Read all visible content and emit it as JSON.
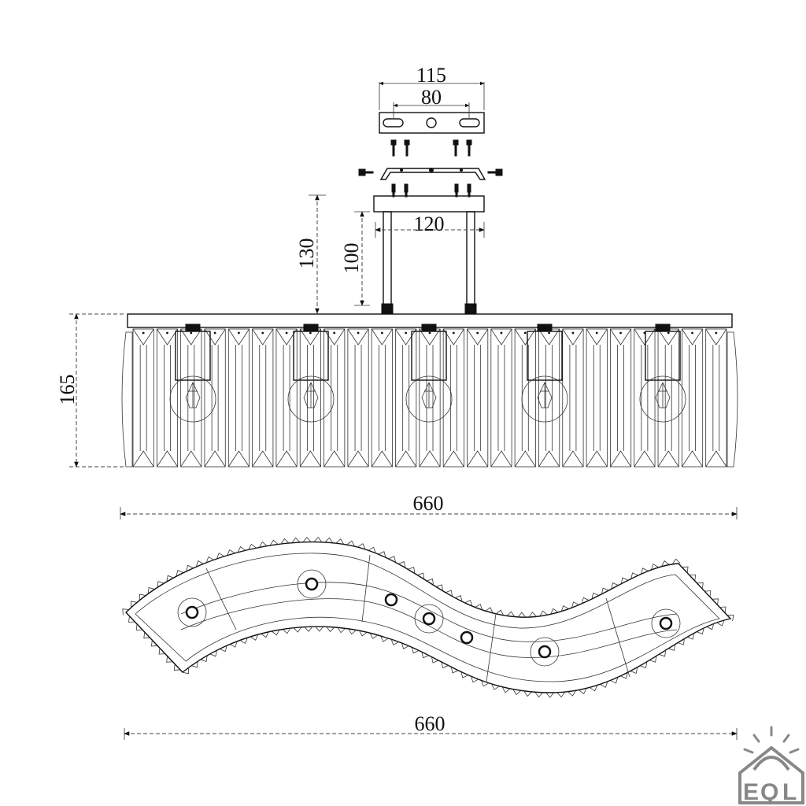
{
  "dimensions": {
    "plate_width": "115",
    "slot_spacing": "80",
    "canopy_width": "120",
    "drop_total": "130",
    "drop_rods": "100",
    "body_height": "165",
    "length_front": "660",
    "length_top": "660"
  },
  "lamp_count": 5,
  "crystal_count": 25,
  "logo": {
    "icon": "house-sun-logo-icon",
    "letters": "EQL"
  }
}
